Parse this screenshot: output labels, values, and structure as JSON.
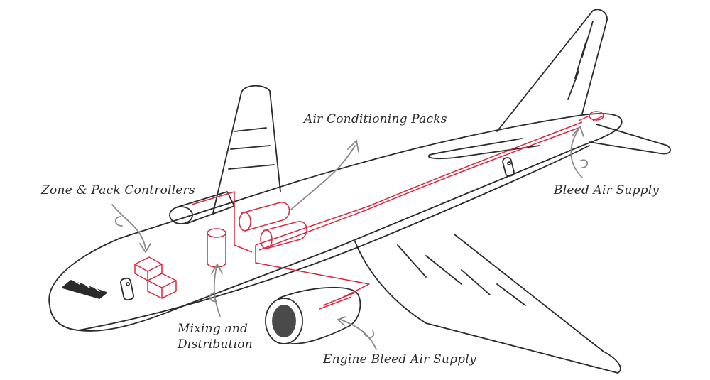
{
  "labels": {
    "air_conditioning_packs": "Air Conditioning Packs",
    "zone_pack_controllers": "Zone & Pack Controllers",
    "bleed_air_supply": "Bleed Air Supply",
    "mixing_line1": "Mixing and",
    "mixing_line2": "Distribution",
    "engine_bleed_air_supply": "Engine Bleed Air Supply"
  },
  "colors": {
    "outline": "#2b2b2b",
    "system": "#d8283f",
    "arrow": "#8a8a8a",
    "background": "#ffffff"
  },
  "icons": [
    "curved-arrow-icon"
  ]
}
